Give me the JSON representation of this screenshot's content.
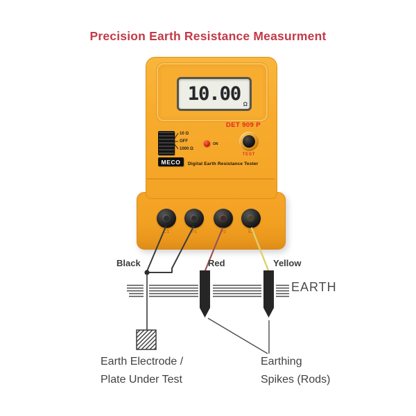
{
  "title": "Precision Earth Resistance Measurment",
  "device": {
    "model": "DET 909 P",
    "brand_logo": "MECO",
    "product_name": "Digital Earth Resistance Tester",
    "display": {
      "value": "10.00",
      "unit": "Ω"
    },
    "range_switch": {
      "positions": [
        "10 Ω",
        "OFF",
        "1000 Ω"
      ]
    },
    "power_led_label": "ON",
    "test_button_label": "TEST",
    "terminal_labels": [
      "C1",
      "P1",
      "P2",
      "E2"
    ]
  },
  "wiring": {
    "black_label": "Black",
    "red_label": "Red",
    "yellow_label": "Yellow",
    "earth_label": "EARTH",
    "electrode_caption": {
      "line1": "Earth Electrode /",
      "line2": "Plate Under Test"
    },
    "spikes_caption": {
      "line1": "Earthing",
      "line2": "Spikes (Rods)"
    }
  },
  "colors": {
    "title_red": "#c23a48",
    "body_yellow": "#f6a82a",
    "model_red": "#e3261d",
    "led_red": "#d42015",
    "lcd_bg": "#edeee6",
    "wire_black": "#3a3a3a",
    "wire_red": "#9c5156",
    "wire_yellow": "#ddcf70",
    "diagram_gray": "#4a4a4a"
  }
}
